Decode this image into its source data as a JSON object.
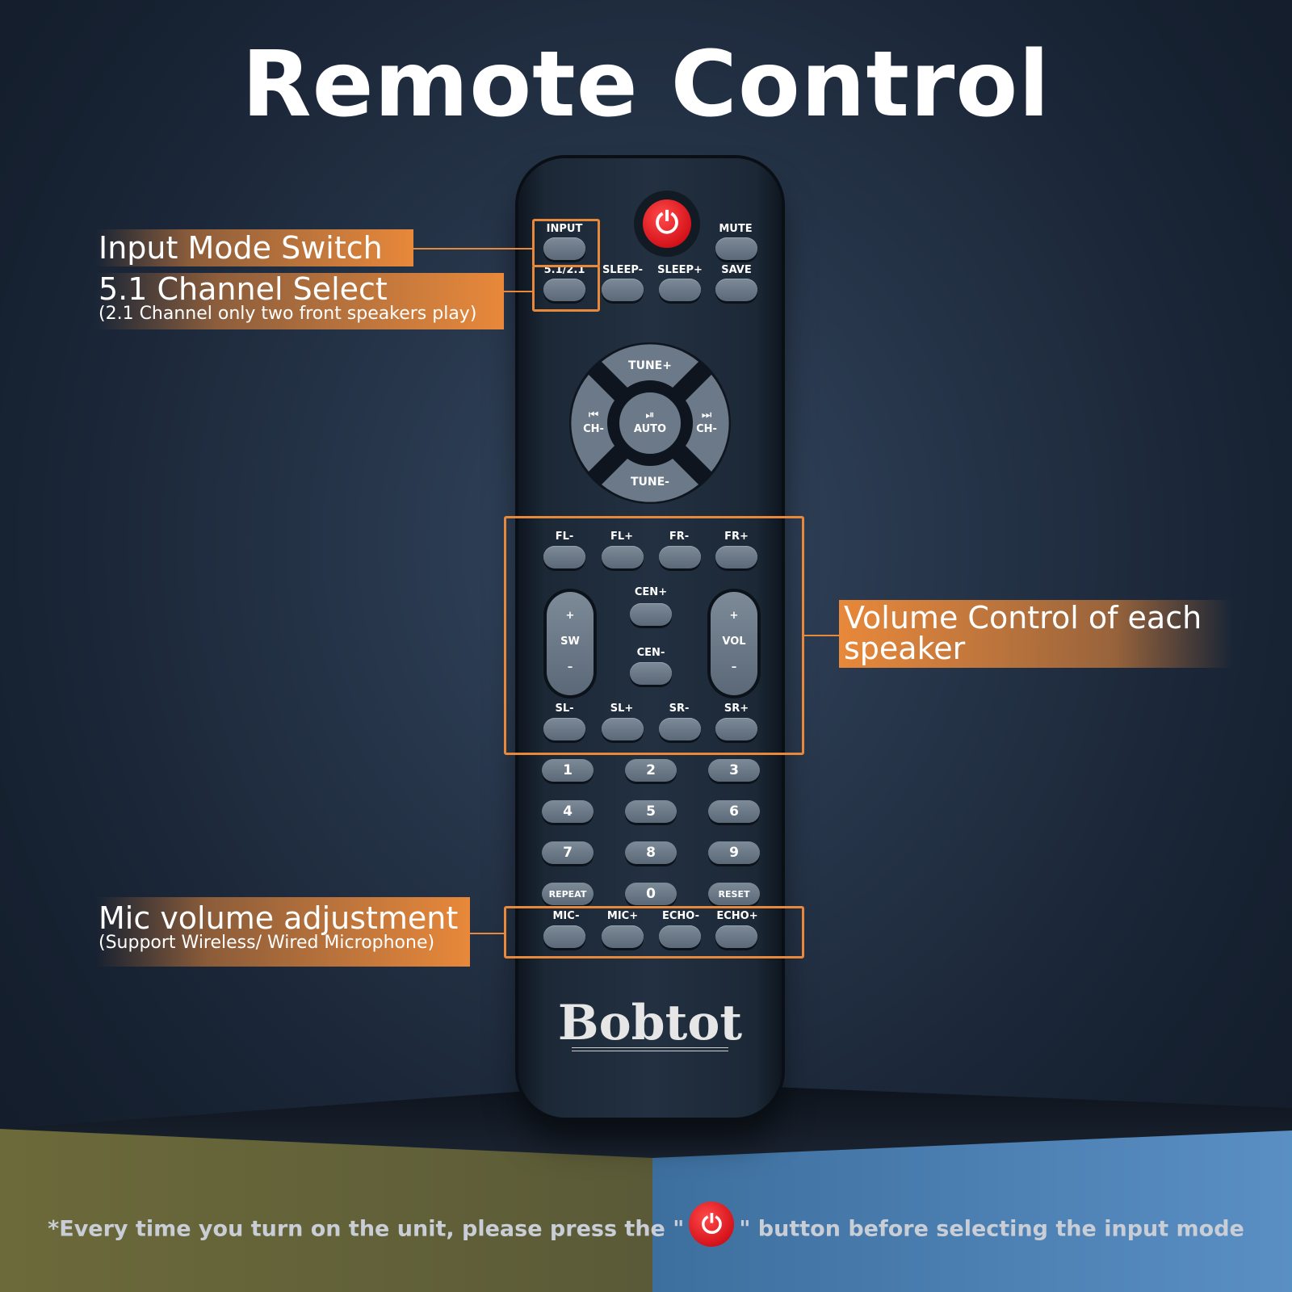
{
  "title": "Remote Control",
  "brand": "Bobtot",
  "power_symbol": "⏻",
  "colors": {
    "accent": "#e8883a",
    "power": "#e0141c",
    "button": "#6b7988",
    "remote": "#1e2a38"
  },
  "top_buttons": [
    {
      "label": "INPUT"
    },
    {
      "label": "MUTE"
    },
    {
      "label": "5.1/2.1"
    },
    {
      "label": "SLEEP-"
    },
    {
      "label": "SLEEP+"
    },
    {
      "label": "SAVE"
    }
  ],
  "dpad": {
    "up": "TUNE+",
    "down": "TUNE-",
    "left_icon": "⏮",
    "left": "CH-",
    "right_icon": "⏭",
    "right": "CH-",
    "center_icon": "⏯",
    "center": "AUTO"
  },
  "speaker_buttons": {
    "front": [
      "FL-",
      "FL+",
      "FR-",
      "FR+"
    ],
    "center_up": "CEN+",
    "center_down": "CEN-",
    "sw": {
      "plus": "+",
      "label": "SW",
      "minus": "–"
    },
    "vol": {
      "plus": "+",
      "label": "VOL",
      "minus": "–"
    },
    "surround": [
      "SL-",
      "SL+",
      "SR-",
      "SR+"
    ]
  },
  "number_pad": [
    "1",
    "2",
    "3",
    "4",
    "5",
    "6",
    "7",
    "8",
    "9",
    "REPEAT",
    "0",
    "RESET"
  ],
  "mic_buttons": [
    "MIC-",
    "MIC+",
    "ECHO-",
    "ECHO+"
  ],
  "callouts": {
    "input_mode": {
      "main": "Input Mode Switch"
    },
    "channel_select": {
      "main": "5.1 Channel Select",
      "sub": "(2.1 Channel only two front speakers play)"
    },
    "volume": {
      "line1": "Volume Control of each",
      "line2": "speaker"
    },
    "mic": {
      "main": "Mic volume adjustment",
      "sub": "(Support Wireless/ Wired Microphone)"
    }
  },
  "footer": {
    "before": "*Every time you turn on the unit, please press the \"",
    "after": "\" button before selecting the input mode"
  }
}
